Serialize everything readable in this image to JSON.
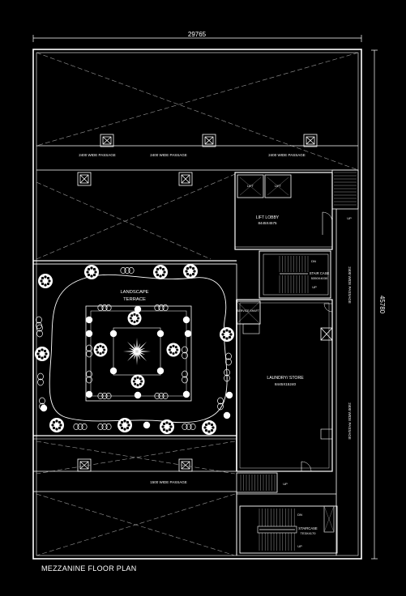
{
  "drawing": {
    "title": "MEZZANINE  FLOOR PLAN",
    "overall_width": "29765",
    "overall_depth": "45780"
  },
  "labels": {
    "passage_top_1": "2400 WIDE PASSAGE",
    "passage_top_2": "2400 WIDE PASSAGE",
    "passage_top_3": "2400 WIDE PASSAGE",
    "passage_bottom": "1500 WIDE PASSAGE",
    "passage_right_1": "2400 WIDE PASSAGE",
    "passage_right_2": "2400 WIDE PASSAGE",
    "lift_1": "LIFT",
    "lift_2": "LIFT",
    "lift_lobby": "LIFT LOBBY",
    "lift_lobby_size": "8445X4575",
    "staircase_1": "STAIR CASE",
    "staircase_1_size": "5350X4030",
    "staircase_2": "STAIRCASE",
    "staircase_2_size": "TE3X4170",
    "landscape": "LANDSCAPE",
    "terrace": "TERRACE",
    "laundry": "LAUNDRY/ STORE",
    "laundry_size": "8445X15240",
    "service_shaft": "SERVICE SHAFT",
    "up_1": "UP",
    "up_2": "UP",
    "up_3": "UP",
    "up_4": "UP",
    "dn_1": "DN",
    "dn_2": "DN"
  },
  "colors": {
    "background": "#000000",
    "line": "#ffffff",
    "hatch": "#9a9a9a"
  }
}
